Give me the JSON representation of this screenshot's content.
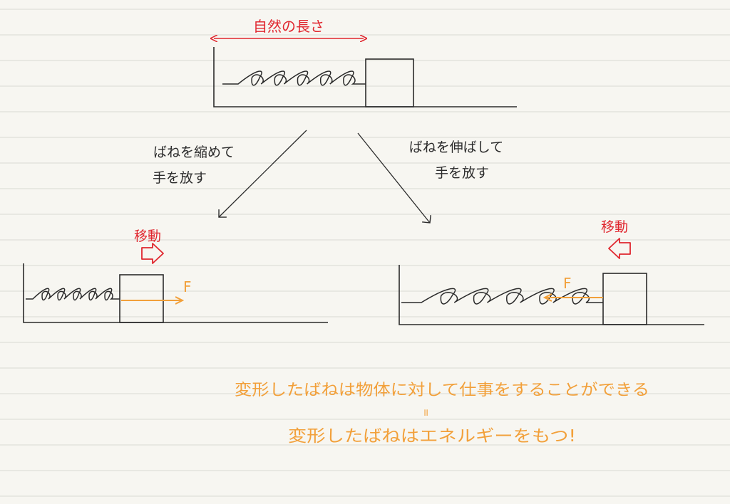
{
  "colors": {
    "paper": "#f7f6f1",
    "rule": "#d9d9d4",
    "ink": "#2b2b2b",
    "red": "#e0262e",
    "orange": "#f2a03a"
  },
  "labels": {
    "natural_length": "自然の長さ",
    "compress_line1": "ばねを縮めて",
    "compress_line2": "手を放す",
    "stretch_line1": "ばねを伸ばして",
    "stretch_line2": "手を放す",
    "move_left_diagram": "移動",
    "move_right_diagram": "移動",
    "force_left": "F",
    "force_right": "F",
    "conclusion_line1": "変形したばねは物体に対して仕事をすることができる",
    "equals_mark": "॥",
    "conclusion_line2": "変形したばねはエネルギーをもつ!"
  }
}
